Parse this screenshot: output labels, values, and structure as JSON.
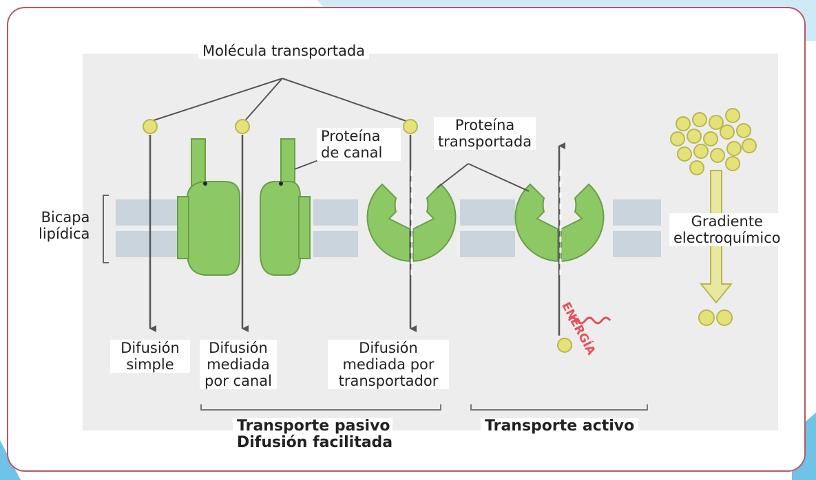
{
  "labels": {
    "molecula_transportada": "Molécula transportada",
    "proteina_canal": [
      "Proteína",
      "de canal"
    ],
    "proteina_transportada": [
      "Proteína",
      "transportada"
    ],
    "bicapa_lipidica": [
      "Bicapa",
      "lipídica"
    ],
    "gradiente": [
      "Gradiente",
      "electroquímico"
    ],
    "difusion_simple": [
      "Difusión",
      "simple"
    ],
    "difusion_canal": [
      "Difusión",
      "mediada",
      "por canal"
    ],
    "difusion_transportador": [
      "Difusión",
      "mediada por",
      "transportador"
    ],
    "energia": "ENERGÍA",
    "transporte_pasivo": [
      "Transporte pasivo",
      "Difusión facilitada"
    ],
    "transporte_activo": "Transporte activo"
  },
  "colors": {
    "frame": "#b55a64",
    "molecule": "#e6e27a",
    "protein": "#8cc863",
    "membrane": "#c9d4dc",
    "energy": "#e3505a",
    "arrow": "#555555",
    "decor": "#cdeaf6"
  }
}
